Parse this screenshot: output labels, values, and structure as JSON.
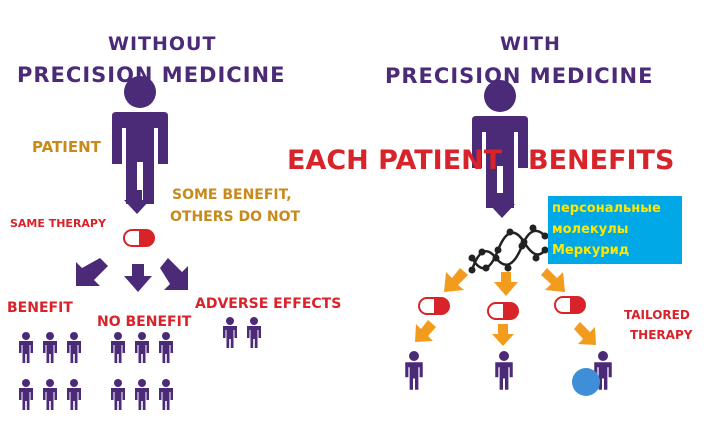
{
  "left": {
    "title_line1": "WITHOUT",
    "title_line2": "PRECISION MEDICINE",
    "patient_label": "PATIENT",
    "therapy_label": "SAME THERAPY",
    "note_line1": "SOME BENEFIT,",
    "note_line2": "OTHERS DO NOT",
    "outcome_benefit": "BENEFIT",
    "outcome_no_benefit": "NO BENEFIT",
    "outcome_adverse": "ADVERSE EFFECTS"
  },
  "right": {
    "title_line1": "WITH",
    "title_line2": "PRECISION MEDICINE",
    "headline_left": "EACH PATIENT",
    "headline_right": "BENEFITS",
    "therapy_label_line1": "TAILORED",
    "therapy_label_line2": "THERAPY"
  },
  "banner": {
    "line1": "персональные",
    "line2": "молекулы",
    "line3": "Меркурид"
  },
  "colors": {
    "purple": "#4b2a78",
    "red": "#d8232a",
    "orange": "#f29b1d",
    "banner_bg": "#00a8e8",
    "banner_text": "#ffe800",
    "dot": "#3f8fd8"
  }
}
